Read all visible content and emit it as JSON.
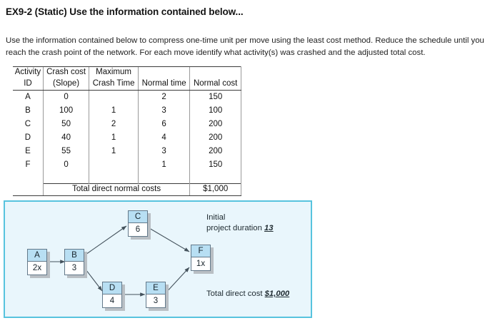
{
  "header": {
    "title": "EX9-2 (Static) Use the information contained below...",
    "prompt": "Use the information contained below to compress one-time unit per move using the least cost method. Reduce the schedule until you reach the crash point of the network. For each move identify what activity(s) was crashed and the adjusted total cost."
  },
  "table": {
    "headers_line1": [
      "Activity",
      "Crash cost",
      "Maximum",
      "",
      ""
    ],
    "headers_line2": [
      "ID",
      "(Slope)",
      "Crash Time",
      "Normal time",
      "Normal cost"
    ],
    "rows": [
      {
        "id": "A",
        "slope": "0",
        "max_crash_time": "",
        "normal_time": "2",
        "normal_cost": "150"
      },
      {
        "id": "B",
        "slope": "100",
        "max_crash_time": "1",
        "normal_time": "3",
        "normal_cost": "100"
      },
      {
        "id": "C",
        "slope": "50",
        "max_crash_time": "2",
        "normal_time": "6",
        "normal_cost": "200"
      },
      {
        "id": "D",
        "slope": "40",
        "max_crash_time": "1",
        "normal_time": "4",
        "normal_cost": "200"
      },
      {
        "id": "E",
        "slope": "55",
        "max_crash_time": "1",
        "normal_time": "3",
        "normal_cost": "200"
      },
      {
        "id": "F",
        "slope": "0",
        "max_crash_time": "",
        "normal_time": "1",
        "normal_cost": "150"
      }
    ],
    "total_label": "Total direct normal costs",
    "total_value": "$1,000"
  },
  "diagram": {
    "nodes": [
      {
        "id": "A",
        "duration": "2x"
      },
      {
        "id": "B",
        "duration": "3"
      },
      {
        "id": "C",
        "duration": "6"
      },
      {
        "id": "D",
        "duration": "4"
      },
      {
        "id": "E",
        "duration": "3"
      },
      {
        "id": "F",
        "duration": "1x"
      }
    ],
    "annotations": {
      "duration_label_line1": "Initial",
      "duration_label_line2": "project duration",
      "duration_value": "13",
      "cost_label": "Total direct cost",
      "cost_value": "$1,000"
    },
    "colors": {
      "panel_border": "#57c3de",
      "panel_fill": "#e9f6fc",
      "node_header": "#b8dff3",
      "node_border": "#63798a",
      "arrow": "#44525c"
    }
  }
}
